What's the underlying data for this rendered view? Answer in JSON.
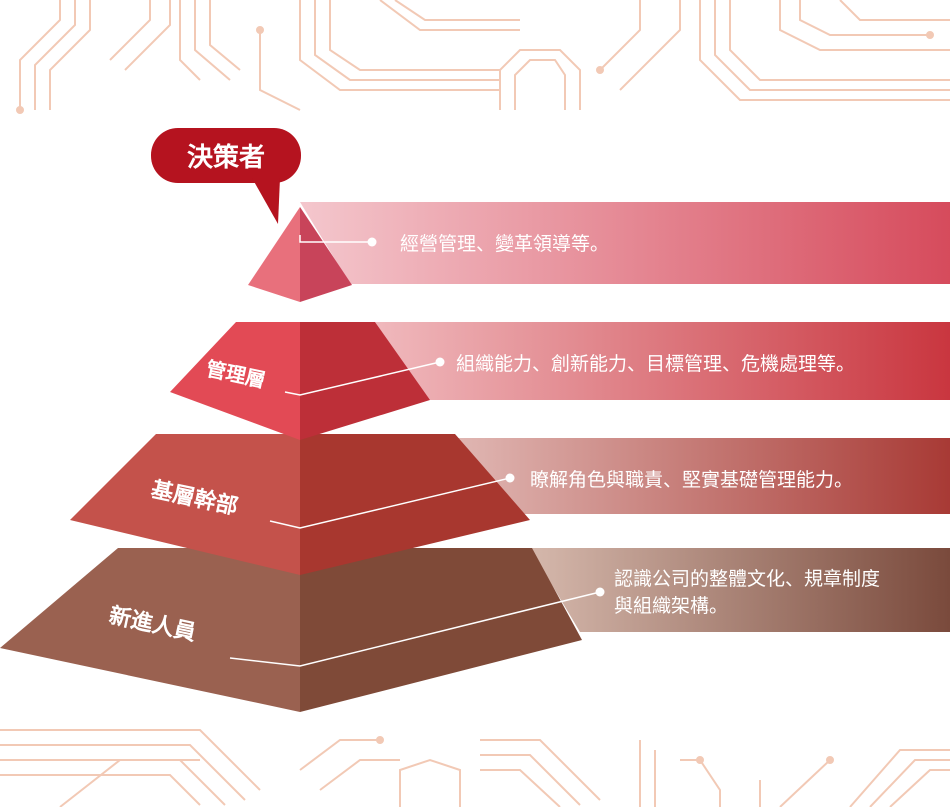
{
  "diagram": {
    "top_badge": "決策者",
    "levels": [
      {
        "name": "決策者",
        "description": [
          "經營管理、變革領導等。"
        ],
        "colors": {
          "band": "#d64b5c",
          "left": "#e8707c",
          "right": "#c8445a"
        }
      },
      {
        "name": "管理層",
        "description": [
          "組織能力、創新能力、目標管理、危機處理等。"
        ],
        "colors": {
          "band": "#c9363f",
          "left": "#e24a55",
          "right": "#bd2f38"
        }
      },
      {
        "name": "基層幹部",
        "description": [
          "瞭解角色與職責、堅實基礎管理能力。"
        ],
        "colors": {
          "band": "#a83a35",
          "left": "#c4524b",
          "right": "#a8372f"
        }
      },
      {
        "name": "新進人員",
        "description": [
          "認識公司的整體文化、規章制度",
          "與組織架構。"
        ],
        "colors": {
          "band": "#7a4a3c",
          "left": "#9a6150",
          "right": "#7f4a38"
        }
      }
    ],
    "badge_color": "#b5131f",
    "circuit_color": "#f2c9b5"
  }
}
